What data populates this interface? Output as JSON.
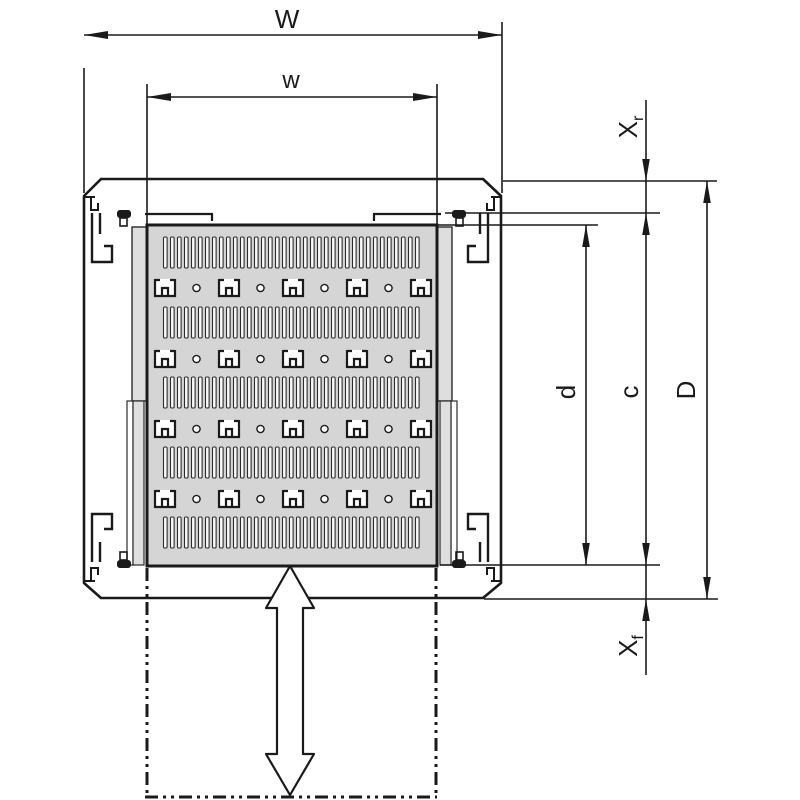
{
  "figure": {
    "type": "technical-drawing",
    "subject": "Cabinet sliding shelf, top view with dimension lines",
    "background_color": "#ffffff",
    "line_color": "#1a1a1a",
    "shelf_fill": "#d5d5d5",
    "rail_fill": "#dedede",
    "slot_fill": "#fafafa"
  },
  "labels": {
    "overall_width": "W",
    "inner_width": "w",
    "rear_clearance_main": "X",
    "rear_clearance_sub": "r",
    "shelf_depth": "d",
    "slide_depth": "c",
    "overall_depth": "D",
    "front_clearance_main": "X",
    "front_clearance_sub": "f"
  }
}
